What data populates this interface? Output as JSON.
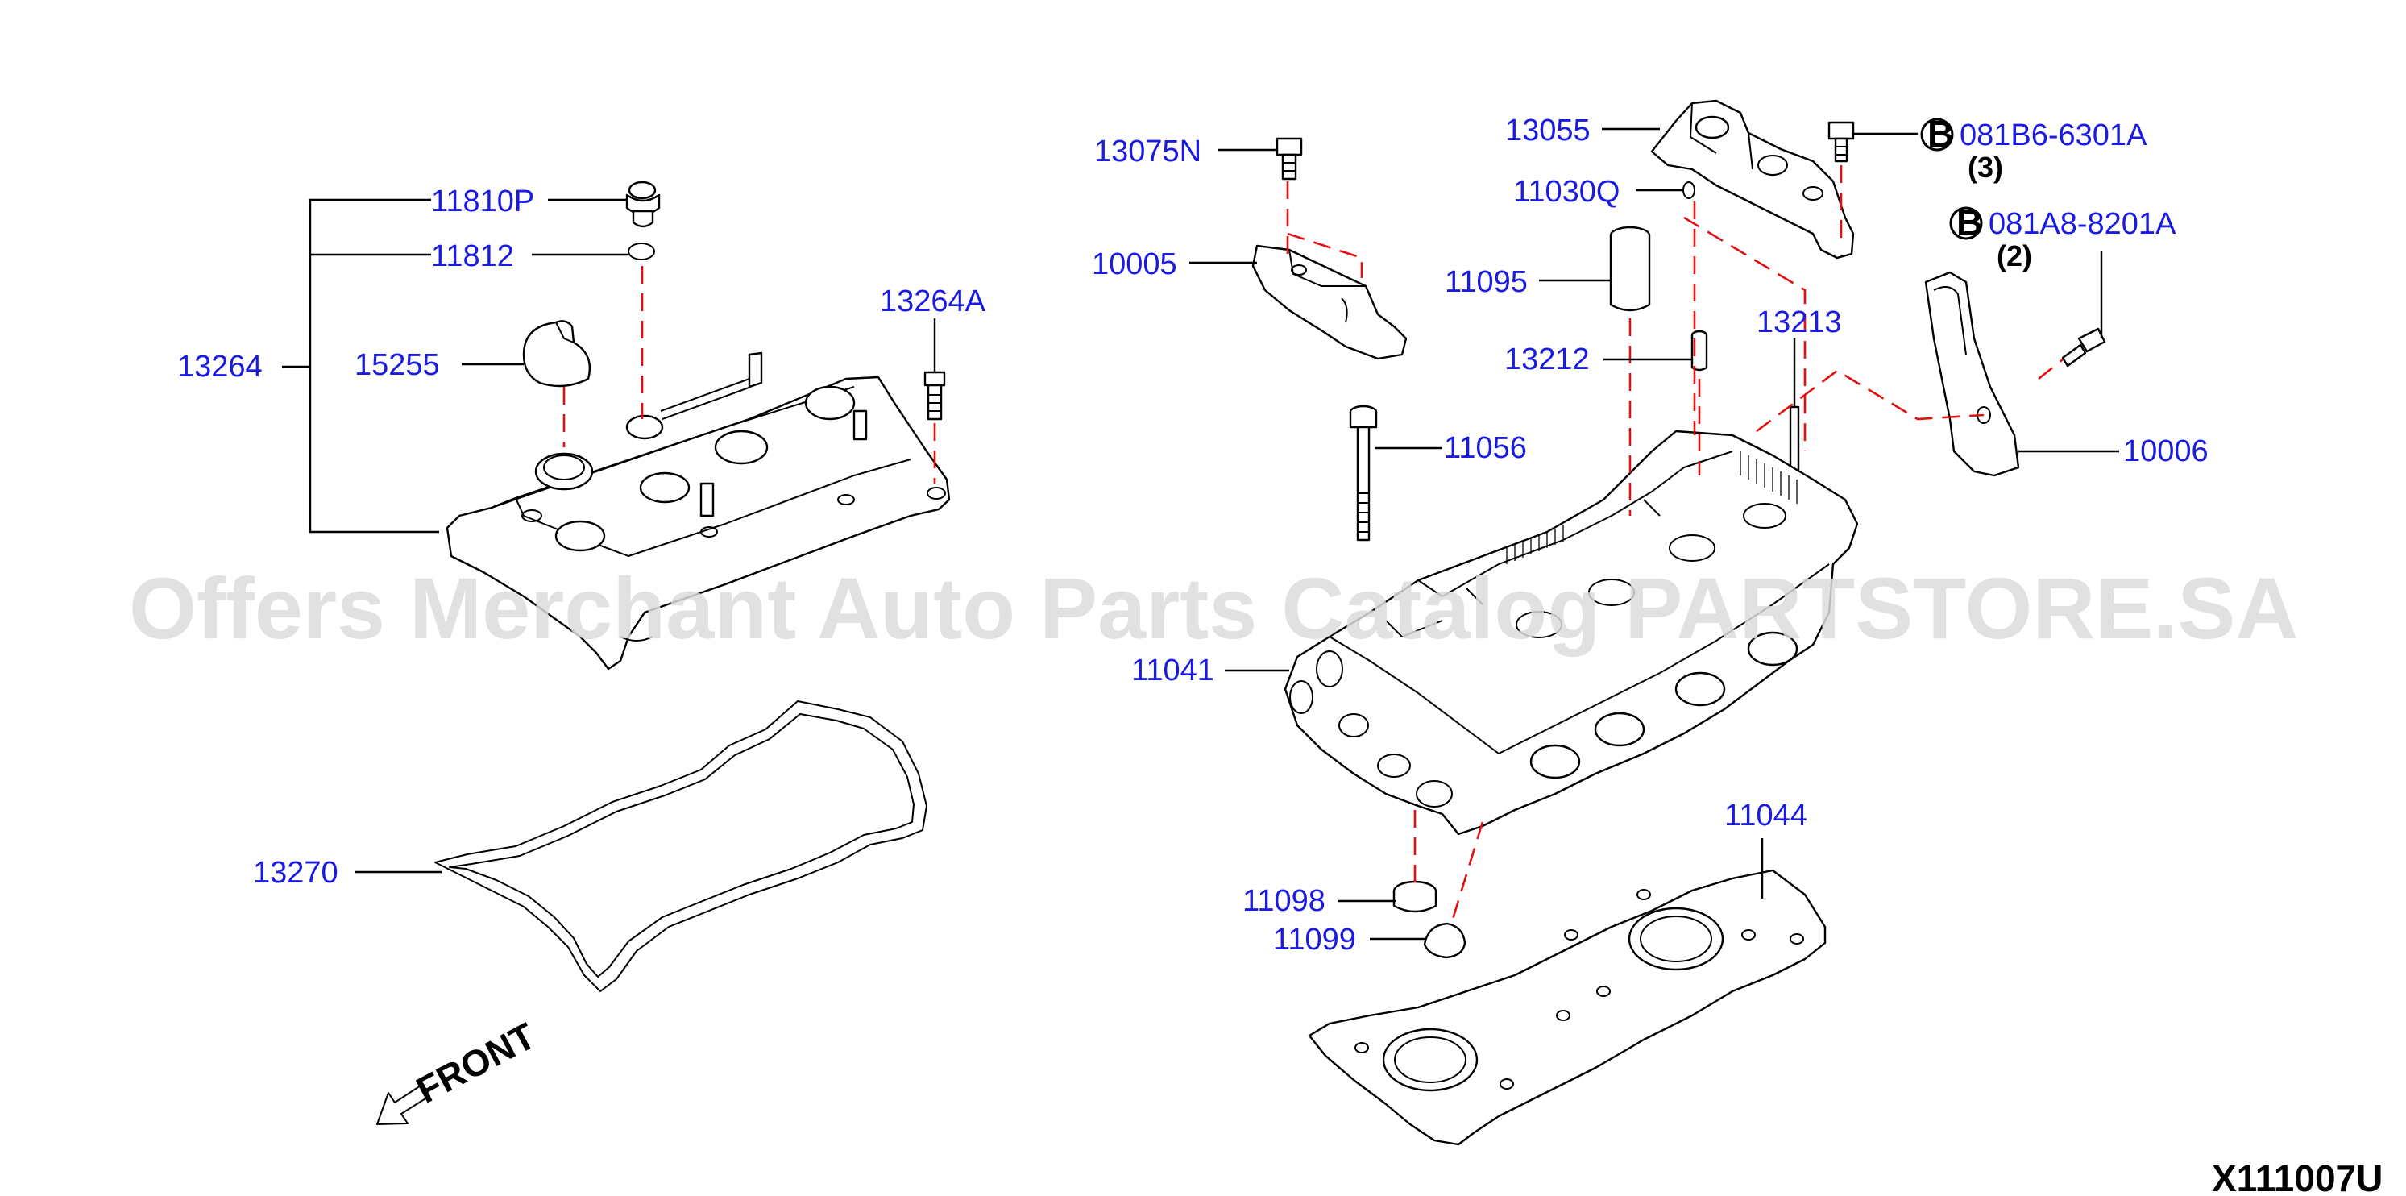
{
  "diagram_code": "X111007U",
  "watermark": "Offers Merchant Auto Parts Catalog PARTSTORE.SA",
  "front_label": "FRONT",
  "parts": {
    "p13264": "13264",
    "p11810P": "11810P",
    "p11812": "11812",
    "p15255": "15255",
    "p13264A": "13264A",
    "p13270": "13270",
    "p13075N": "13075N",
    "p10005": "10005",
    "p13055": "13055",
    "p11030Q": "11030Q",
    "p11095": "11095",
    "p13212": "13212",
    "p13213": "13213",
    "p11056": "11056",
    "p11041": "11041",
    "p11098": "11098",
    "p11099": "11099",
    "p11044": "11044",
    "p10006": "10006",
    "bolt1": "081B6-6301A",
    "bolt1_qty": "(3)",
    "bolt2": "081A8-8201A",
    "bolt2_qty": "(2)",
    "bolt_marker": "B"
  }
}
